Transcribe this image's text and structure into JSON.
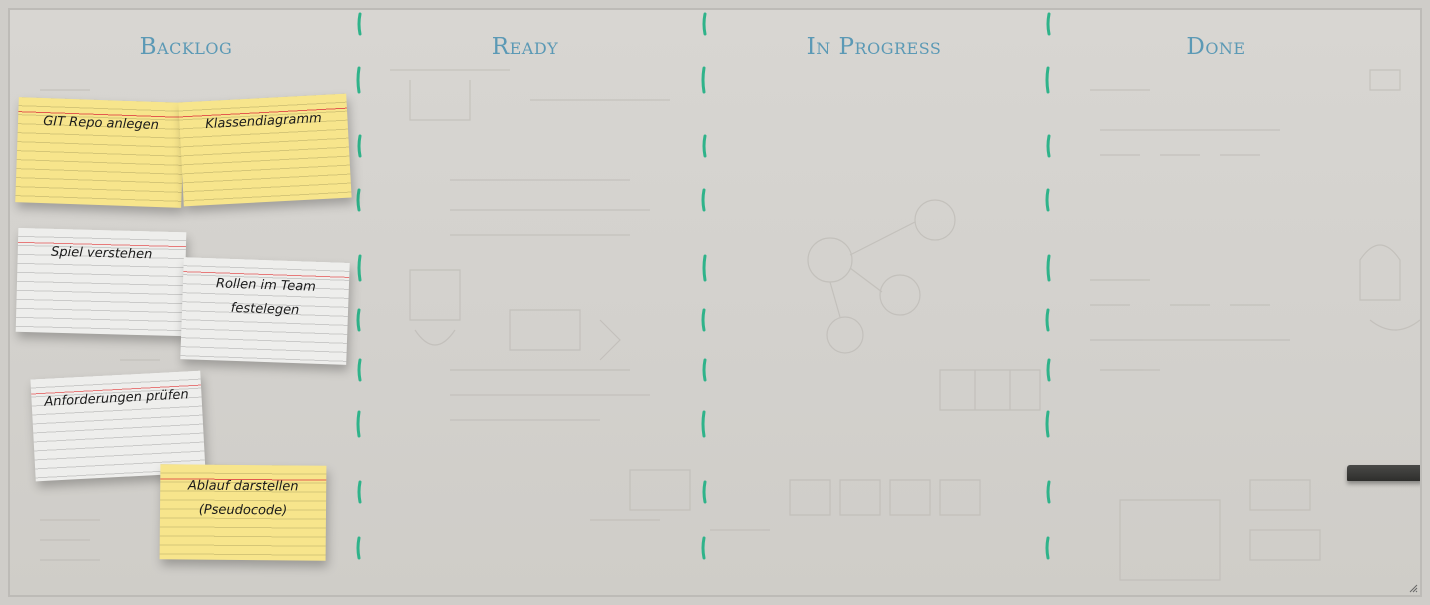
{
  "board": {
    "columns": [
      {
        "title": "Backlog"
      },
      {
        "title": "Ready"
      },
      {
        "title": "In Progress"
      },
      {
        "title": "Done"
      }
    ],
    "cards": [
      {
        "text": "GIT Repo anlegen",
        "color": "yellow"
      },
      {
        "text": "Klassendiagramm",
        "color": "yellow"
      },
      {
        "text": "Spiel verstehen",
        "color": "white"
      },
      {
        "text": "Rollen im Team festelegen",
        "color": "white"
      },
      {
        "text": "Anforderungen prüfen",
        "color": "white"
      },
      {
        "text": "Ablauf darstellen (Pseudocode)",
        "color": "yellow"
      }
    ]
  },
  "colors": {
    "title": "#5b99b5",
    "divider": "#2fb38a",
    "yellow_card": "#f7e58c",
    "white_card": "#eeeeec"
  }
}
